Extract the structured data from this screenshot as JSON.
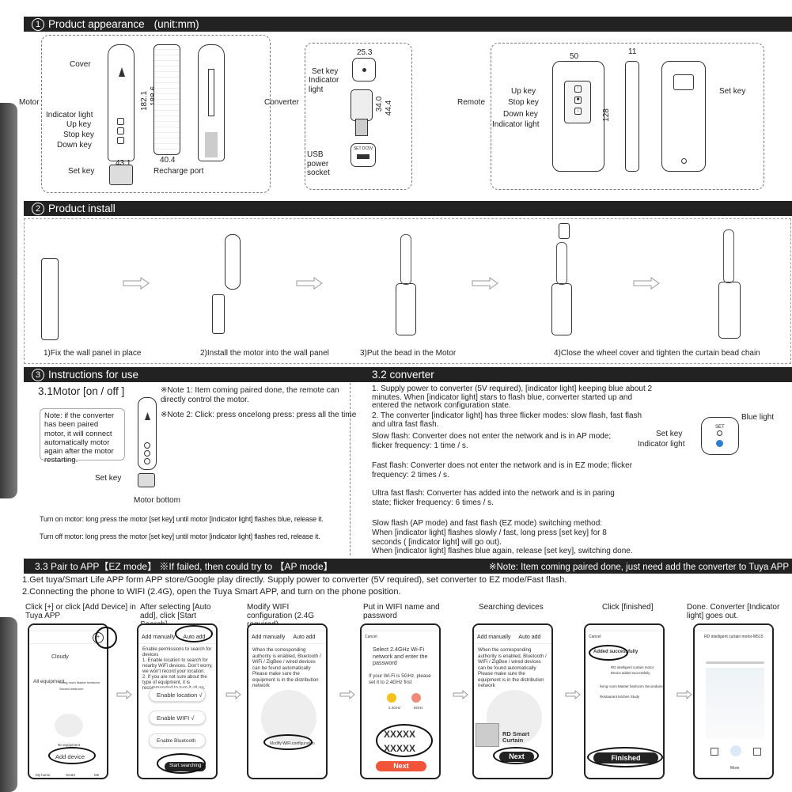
{
  "sec1": {
    "num": "1",
    "title": "Product appearance",
    "unit": "(unit:mm)"
  },
  "motor": {
    "side_label": "Motor",
    "cover": "Cover",
    "indicator": "Indicator light",
    "up": "Up key",
    "stop": "Stop key",
    "down": "Down key",
    "setkey": "Set key",
    "recharge": "Recharge port",
    "dim_h1": "182.1",
    "dim_h2": "188.6",
    "dim_w": "43.1",
    "dim_d": "40.4"
  },
  "converter": {
    "side_label": "Converter",
    "dim_w": "25.3",
    "setkey": "Set key",
    "indicator": "Indicator light",
    "dim_h1": "34.0",
    "dim_h2": "44.4",
    "usb": "USB power socket",
    "plug_text": "SET DC5V"
  },
  "remote": {
    "side_label": "Remote",
    "dim_w": "50",
    "dim_d": "11",
    "up": "Up key",
    "stop": "Stop key",
    "down": "Down key",
    "indicator": "Indicator light",
    "setkey": "Set key",
    "dim_h": "128"
  },
  "sec2": {
    "num": "2",
    "title": "Product install",
    "steps": [
      "1)Fix the wall panel in place",
      "2)Install the motor into the wall panel",
      "3)Put the bead in the Motor",
      "4)Close the wheel cover and tighten the curtain bead chain"
    ]
  },
  "sec3": {
    "num": "3",
    "title": "Instructions for use",
    "title2": "3.2 converter"
  },
  "motor_use": {
    "title": "3.1Motor [on / off ]",
    "note1": "※Note 1: Item coming paired done, the remote can directly control the motor.",
    "note2a": "※Note 2:  Click: press once",
    "note2b": "long press: press all the time",
    "box": "Note: if the converter has been paired motor, it will connect automatically motor again after the motor restarting.",
    "setkey": "Set key",
    "bottom": "Motor bottom",
    "on": "Turn on motor: long press the motor [set key] until motor [indicator light] flashes blue, release it.",
    "off": "Turn off motor: long press the motor [set key] until motor [indicator light] flashes red, release it."
  },
  "conv_use": {
    "p1": "1. Supply power to converter (5V required), [indicator light] keeping blue about 2 minutes. When [indicator light] stars to flash blue, converter started up and entered the network configuration state.",
    "p2": "2. The converter [indicator light] has three flicker modes: slow flash, fast flash and ultra fast flash.",
    "p3": "Slow flash: Converter does not enter the network and is in AP mode; flicker frequency: 1 time / s.",
    "p4": "Fast flash: Converter does not enter the network and is in EZ mode; flicker frequency: 2 times / s.",
    "p5": "Ultra fast flash: Converter has added into the network and is in paring state; flicker frequency: 6 times / s.",
    "p6a": "Slow flash (AP mode) and fast flash (EZ mode) switching method:",
    "p6b": "When [indicator light] flashes slowly / fast, long press [set key] for 8 seconds ( [indicator light] will go out).",
    "p6c": "When [indicator light] flashes blue again, release [set key], switching done.",
    "blue": "Blue light",
    "setkey": "Set key",
    "indicator": "Indicator light",
    "set_text": "SET"
  },
  "sec33": {
    "title": "3.3 Pair to APP【EZ mode】 ※If failed, then could try to 【AP mode】",
    "note": "※Note:  Item coming paired done, just need add the converter to Tuya APP",
    "l1": "1.Get tuya/Smart Life APP form APP store/Google play directly. Supply power to converter (5V required), set converter to EZ mode/Fast flash.",
    "l2": "2.Connecting the phone to WIFI (2.4G), open the Tuya Smart APP, and turn on the phone position."
  },
  "steps": [
    {
      "cap": "Click [+] or click [Add Device] in Tuya APP"
    },
    {
      "cap": "After selecting [Auto add], click [Start Search]"
    },
    {
      "cap": "Modify WIFI configuration (2.4G required)"
    },
    {
      "cap": "Put in WIFI name and password"
    },
    {
      "cap": "Searching devices"
    },
    {
      "cap": "Click [finished]"
    },
    {
      "cap": "Done. Converter [Indicator light] goes out."
    }
  ],
  "phone1": {
    "cloudy": "Cloudy",
    "all": "All equipment",
    "rooms": "Living room  Master bedroom  Second bedroom",
    "noeq": "No equipment",
    "add": "Add device",
    "tabs": [
      "My home",
      "Smart",
      "Me"
    ]
  },
  "phone2": {
    "back": "Add manually",
    "auto": "Auto add",
    "body": "Enable permissions to search for devices\n1. Enable location to search for nearby WiFi devices. Don't worry, we won't record your location.\n2. If you are not sure about the type of equipment, it is recommended to turn it all on.",
    "loc": "Enable location √",
    "wifi": "Enable WIFI      √",
    "bt": "Enable Bluetooth",
    "start": "Start searching"
  },
  "phone3": {
    "back": "Add manually",
    "auto": "Auto add",
    "body": "When the corresponding authority is enabled, Bluetooth / WiFi / ZigBee / wired devices can be found automatically",
    "body2": "Please make sure the equipment is in the distribution network",
    "btn": "Modify WIFI configuration"
  },
  "phone4": {
    "cancel": "Cancel",
    "title": "Select 2.4GHz Wi-Fi network and enter the password",
    "note": "If your Wi-Fi is 5GHz, please set it to 2.4GHz first",
    "g24": "2.4GHz",
    "g5": "5GHz",
    "x1": "XXXXX",
    "x2": "XXXXX",
    "next": "Next"
  },
  "phone5": {
    "back": "Add manually",
    "auto": "Auto add",
    "body": "When the corresponding authority is enabled, Bluetooth / WiFi / ZigBee / wired devices can be found automatically",
    "body2": "Please make sure the equipment is in the distribution network",
    "dev": "RD Smart Curtain",
    "next": "Next"
  },
  "phone6": {
    "cancel": "Cancel",
    "added": "Added successfully",
    "dev": "RD intelligent curtain motor",
    "devsub": "Device added successfully",
    "rooms": "living room  Master bedroom  Secondaire",
    "rooms2": "Restaurant    kitchen     Study",
    "fin": "Finished"
  },
  "phone7": {
    "title": "RD intelligent curtain motor-M515",
    "more": "More"
  }
}
